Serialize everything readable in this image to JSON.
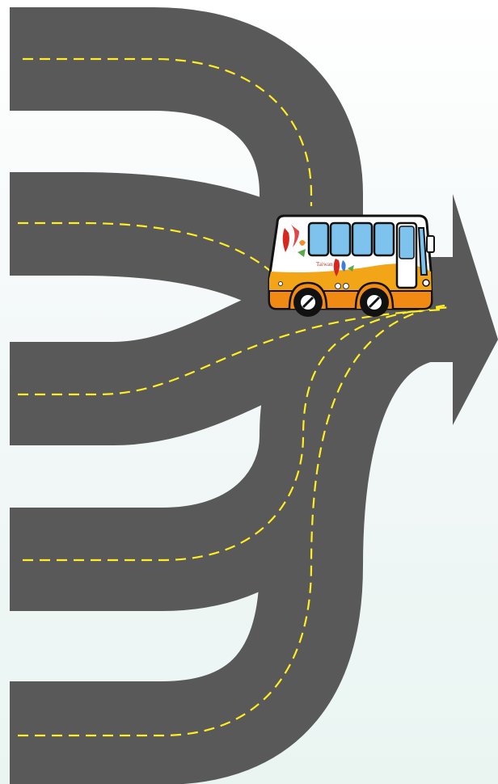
{
  "diagram": {
    "roads": [
      {
        "id": "road-1"
      },
      {
        "id": "road-2"
      },
      {
        "id": "road-3"
      },
      {
        "id": "road-4"
      },
      {
        "id": "road-5"
      }
    ],
    "colors": {
      "road": "#595959",
      "lane_marking": "#ffee22",
      "background_top": "#ffffff",
      "background_bottom": "#eaf5f2"
    }
  },
  "bus": {
    "logo_text": "Taiwan",
    "body_color": "#ffffff",
    "stripe_color": "#f2a516",
    "skirt_color": "#f08a12",
    "window_color": "#7ec3ee"
  }
}
